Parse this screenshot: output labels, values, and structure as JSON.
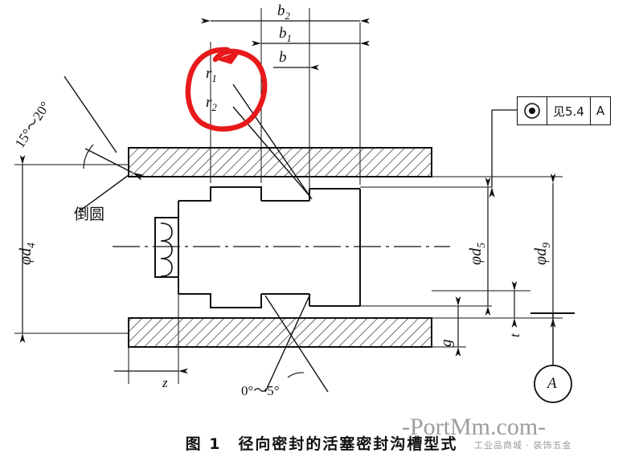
{
  "figure": {
    "caption": "图 1　径向密封的活塞密封沟槽型式",
    "watermark": "-PortMm.com-",
    "watermark_sub": "工业品商城 · 装饰五金"
  },
  "tolerance_frame": {
    "symbol": "concentricity-icon",
    "reference_text": "见5.4",
    "datum": "A"
  },
  "datum_label": {
    "letter": "A"
  },
  "dimensions": {
    "b2": "b",
    "b2_sub": "2",
    "b1": "b",
    "b1_sub": "1",
    "b": "b",
    "r1": "r",
    "r1_sub": "1",
    "r2": "r",
    "r2_sub": "2",
    "d4": "φd",
    "d4_sub": "4",
    "d5": "φd",
    "d5_sub": "5",
    "d9": "φd",
    "d9_sub": "9",
    "g": "g",
    "t": "t",
    "z": "z",
    "angle_chamfer": "15°～20°",
    "angle_taper": "0°～5°",
    "chamfer_note": "倒圆"
  },
  "annotation": {
    "highlight_color": "#e8191b",
    "highlight_name": "red-circle-annotation"
  },
  "colors": {
    "line": "#111111",
    "red": "#e8191b",
    "watermark": "#8d8d8d"
  }
}
